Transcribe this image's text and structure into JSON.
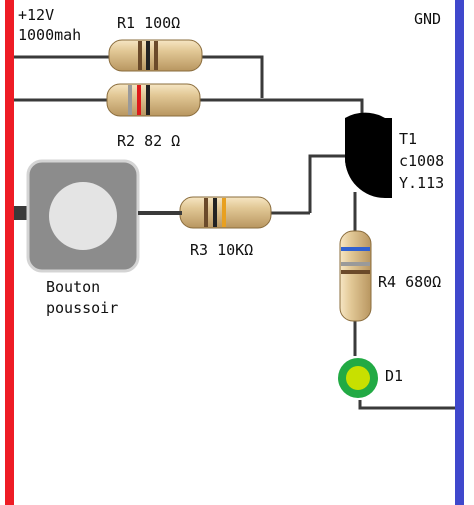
{
  "supply": {
    "line1": "+12V",
    "line2": "1000mah",
    "color": "#ee1c25"
  },
  "ground": {
    "label": "GND",
    "color": "#3f48cc"
  },
  "components": {
    "r1": {
      "ref": "R1",
      "value": "100Ω",
      "bands": [
        "#6b4a2a",
        "#222222",
        "#6b4a2a"
      ]
    },
    "r2": {
      "ref": "R2",
      "value": "82 Ω",
      "bands": [
        "#9a9a9a",
        "#dd1a1a",
        "#222222"
      ]
    },
    "r3": {
      "ref": "R3",
      "value": "10KΩ",
      "bands": [
        "#6b4a2a",
        "#222222",
        "#e8a020"
      ]
    },
    "r4": {
      "ref": "R4",
      "value": "680Ω",
      "bands": [
        "#3060d0",
        "#9a9a9a",
        "#6b4a2a"
      ]
    },
    "t1": {
      "ref": "T1",
      "line2": "c1008",
      "line3": "Y.113"
    },
    "d1": {
      "ref": "D1",
      "outer": "#22aa44",
      "inner": "#c8e000"
    },
    "button": {
      "line1": "Bouton",
      "line2": "poussoir"
    }
  }
}
